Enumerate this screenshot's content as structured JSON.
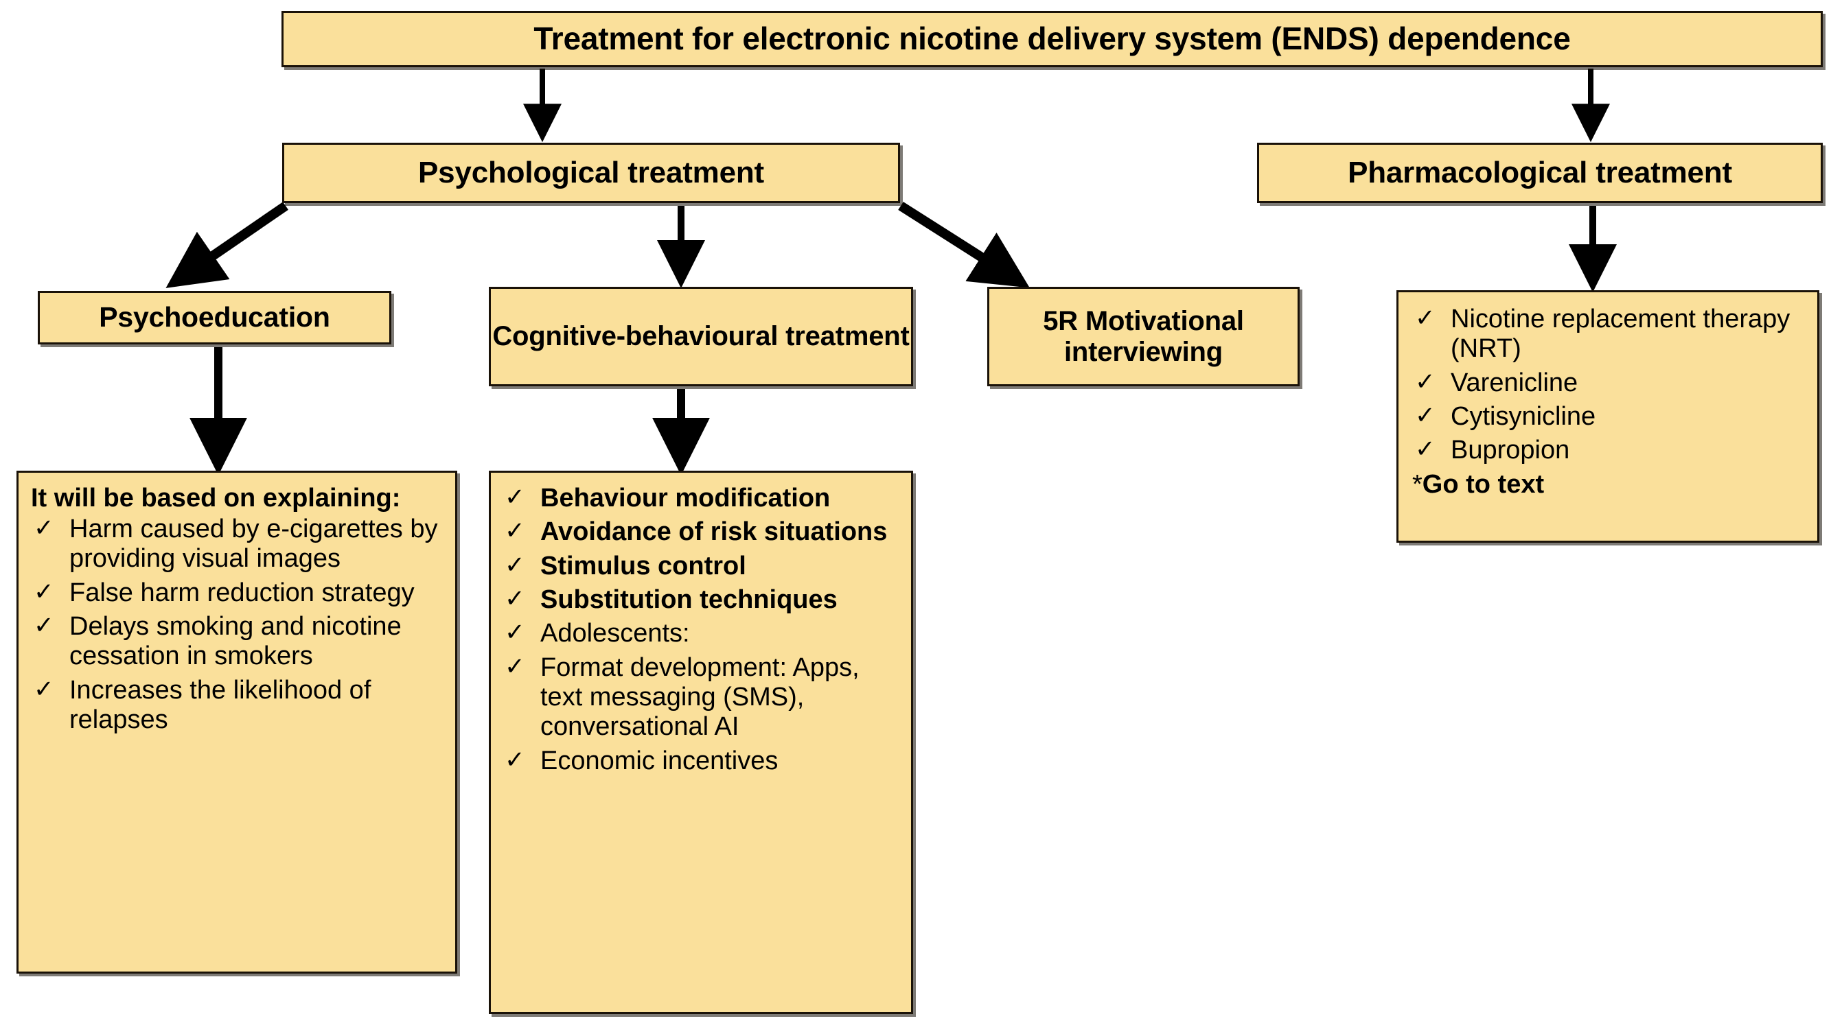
{
  "diagram": {
    "title": "Treatment for electronic nicotine delivery system (ENDS) dependence",
    "root_label": "Treatment for electronic nicotine delivery system (ENDS) dependence",
    "branches": {
      "psychological": "Psychological treatment",
      "pharmacological": "Pharmacological treatment"
    },
    "psychological_children": {
      "psychoeducation": "Psychoeducation",
      "cbt": "Cognitive-behavioural treatment",
      "five_r": "5R Motivational interviewing"
    },
    "psychoeducation_detail": {
      "lead_in": "It will be based on explaining:",
      "tick": "✓",
      "items": [
        "Harm caused by e-cigarettes by providing visual images",
        "False harm reduction strategy",
        "Delays smoking and nicotine cessation in smokers",
        "Increases the likelihood of relapses"
      ]
    },
    "cbt_detail": {
      "tick": "✓",
      "items": [
        {
          "text": "Behaviour modification",
          "bold": true
        },
        {
          "text": "Avoidance of risk situations",
          "bold": true
        },
        {
          "text": "Stimulus control",
          "bold": true
        },
        {
          "text": "Substitution techniques",
          "bold": true
        },
        {
          "text": "Adolescents:",
          "bold": false
        },
        {
          "text": "Format development: Apps, text messaging (SMS), conversational AI",
          "bold": false
        },
        {
          "text": "Economic incentives",
          "bold": false
        }
      ]
    },
    "pharmacological_detail": {
      "tick": "✓",
      "items": [
        "Nicotine replacement therapy (NRT)",
        "Varenicline",
        "Cytisynicline",
        "Bupropion"
      ],
      "footnote_star": "*",
      "footnote_text": "Go to text"
    },
    "colors": {
      "box_fill": "#FAE09B",
      "box_border": "#1A1208",
      "text": "#000000",
      "connector": "#000000",
      "background": "#FFFFFF"
    }
  }
}
